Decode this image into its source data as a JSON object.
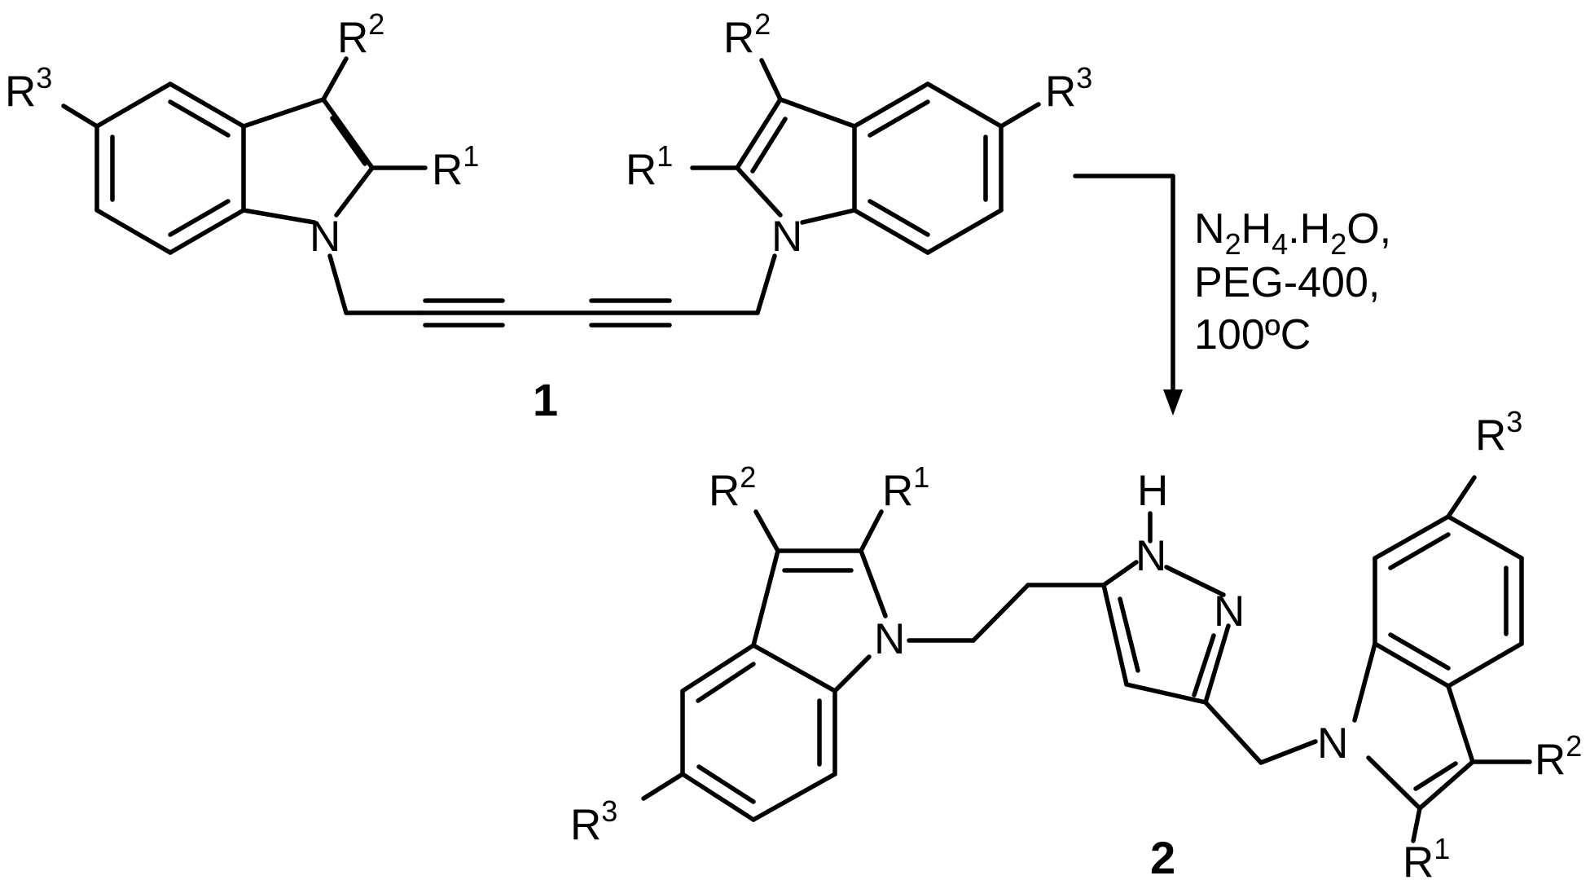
{
  "compounds": [
    {
      "id": "1",
      "label": "1",
      "substituents": {
        "r1": "R",
        "r1_sup": "1",
        "r2": "R",
        "r2_sup": "2",
        "r3": "R",
        "r3_sup": "3"
      },
      "atoms": {
        "n": "N"
      }
    },
    {
      "id": "2",
      "label": "2",
      "substituents": {
        "r1": "R",
        "r1_sup": "1",
        "r2": "R",
        "r2_sup": "2",
        "r3": "R",
        "r3_sup": "3"
      },
      "atoms": {
        "n": "N",
        "h": "H"
      }
    }
  ],
  "conditions": {
    "reagent_n": "N",
    "reagent_n_sub": "2",
    "reagent_h": "H",
    "reagent_h_sub": "4",
    "reagent_h2": ".H",
    "reagent_h2_sub": "2",
    "reagent_tail": "O,",
    "solvent": "PEG-400,",
    "temperature": "100ºC"
  }
}
